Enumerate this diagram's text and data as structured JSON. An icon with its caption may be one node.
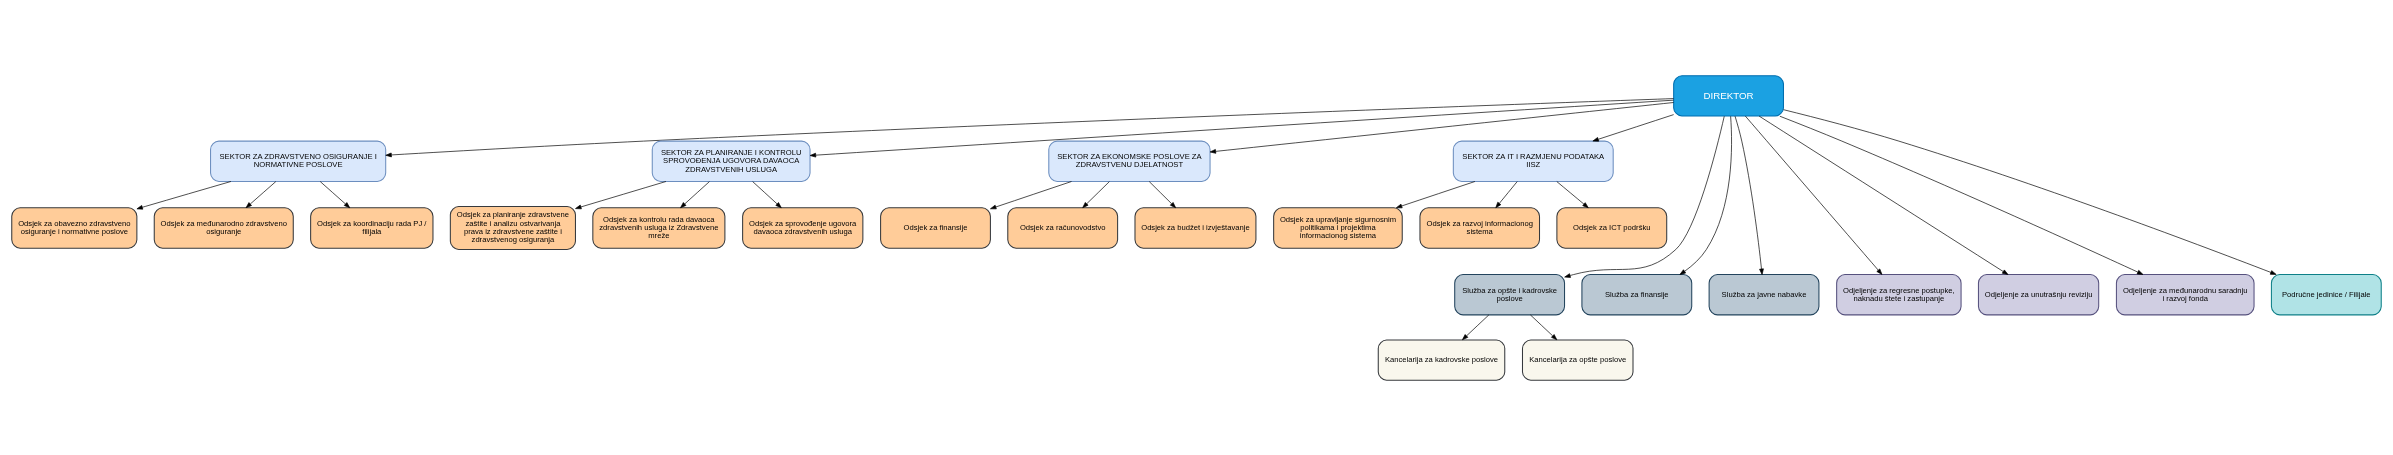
{
  "diagram": {
    "nodes": [
      {
        "text": [
          "DIREKTOR"
        ]
      },
      {
        "text": [
          "SEKTOR ZA ZDRAVSTVENO OSIGURANJE I NORMATIVNE POSLOVE"
        ]
      },
      {
        "text": [
          "SEKTOR ZA PLANIRANJE I KONTROLU SPROVOĐENJA UGOVORA DAVAOCA ZDRAVSTVENIH USLUGA"
        ]
      },
      {
        "text": [
          "SEKTOR ZA EKONOMSKE POSLOVE ZA ZDRAVSTVENU DJELATNOST"
        ]
      },
      {
        "text": [
          "SEKTOR ZA IT I RAZMJENU PODATAKA IISZ"
        ]
      },
      {
        "text": [
          "Odsjek za obavezno zdravstveno osiguranje i normativne poslove"
        ]
      },
      {
        "text": [
          "Odsjek za međunarodno zdravstveno osiguranje"
        ]
      },
      {
        "text": [
          "Odsjek za koordinaciju rada PJ / filijala"
        ]
      },
      {
        "text": [
          "Odsjek za planiranje zdravstvene zaštite i analizu ostvarivanja prava iz zdravstvene zaštite i zdravstvenog osiguranja"
        ]
      },
      {
        "text": [
          "Odsjek za kontrolu rada davaoca zdravstvenih usluga iz Zdravstvene mreže"
        ]
      },
      {
        "text": [
          "Odsjek za sprovođenje ugovora davaoca zdravstvenih usluga"
        ]
      },
      {
        "text": [
          "Odsjek za finansije"
        ]
      },
      {
        "text": [
          "Odsjek za računovodstvo"
        ]
      },
      {
        "text": [
          "Odsjek za budžet i izvještavanje"
        ]
      },
      {
        "text": [
          "Odsjek za upravljanje sigurnosnim politikama i projektima informacionog sistema"
        ]
      },
      {
        "text": [
          "Odsjek za razvoj informacionog sistema"
        ]
      },
      {
        "text": [
          "Odsjek za ICT podršku"
        ]
      },
      {
        "text": [
          "Služba za opšte i kadrovske poslove"
        ]
      },
      {
        "text": [
          "Služba za finansije"
        ]
      },
      {
        "text": [
          "Služba za javne nabavke"
        ]
      },
      {
        "text": [
          "Odjeljenje za regresne postupke, naknadu štete i zastupanje"
        ]
      },
      {
        "text": [
          "Odjeljenje za unutrašnju reviziju"
        ]
      },
      {
        "text": [
          "Odjeljenje za međunarodnu saradnju i razvoj fonda"
        ]
      },
      {
        "text": [
          "Područne jedinice / Filijale"
        ]
      },
      {
        "text": [
          "Kancelarija za kadrovske poslove"
        ]
      },
      {
        "text": [
          "Kancelarija za opšte poslove"
        ]
      }
    ],
    "edges": [
      {
        "from": 0,
        "to": 1,
        "arrow": "to"
      },
      {
        "from": 0,
        "to": 2,
        "arrow": "to"
      },
      {
        "from": 0,
        "to": 3,
        "arrow": "to"
      },
      {
        "from": 0,
        "to": 4,
        "arrow": "to"
      },
      {
        "from": 1,
        "to": 5,
        "arrow": "to"
      },
      {
        "from": 1,
        "to": 6,
        "arrow": "to"
      },
      {
        "from": 1,
        "to": 7,
        "arrow": "to"
      },
      {
        "from": 2,
        "to": 8,
        "arrow": "to"
      },
      {
        "from": 2,
        "to": 9,
        "arrow": "to"
      },
      {
        "from": 2,
        "to": 10,
        "arrow": "to"
      },
      {
        "from": 3,
        "to": 11,
        "arrow": "to"
      },
      {
        "from": 3,
        "to": 12,
        "arrow": "to"
      },
      {
        "from": 3,
        "to": 13,
        "arrow": "to"
      },
      {
        "from": 4,
        "to": 14,
        "arrow": "to"
      },
      {
        "from": 4,
        "to": 15,
        "arrow": "to"
      },
      {
        "from": 4,
        "to": 16,
        "arrow": "to"
      },
      {
        "from": 0,
        "to": 17,
        "arrow": "to"
      },
      {
        "from": 0,
        "to": 18,
        "arrow": "to"
      },
      {
        "from": 0,
        "to": 19,
        "arrow": "to"
      },
      {
        "from": 0,
        "to": 20,
        "arrow": "to"
      },
      {
        "from": 0,
        "to": 21,
        "arrow": "to"
      },
      {
        "from": 0,
        "to": 22,
        "arrow": "to"
      },
      {
        "from": 0,
        "to": 23,
        "arrow": "to"
      },
      {
        "from": 17,
        "to": 24,
        "arrow": "to"
      },
      {
        "from": 17,
        "to": 25,
        "arrow": "to"
      }
    ]
  }
}
